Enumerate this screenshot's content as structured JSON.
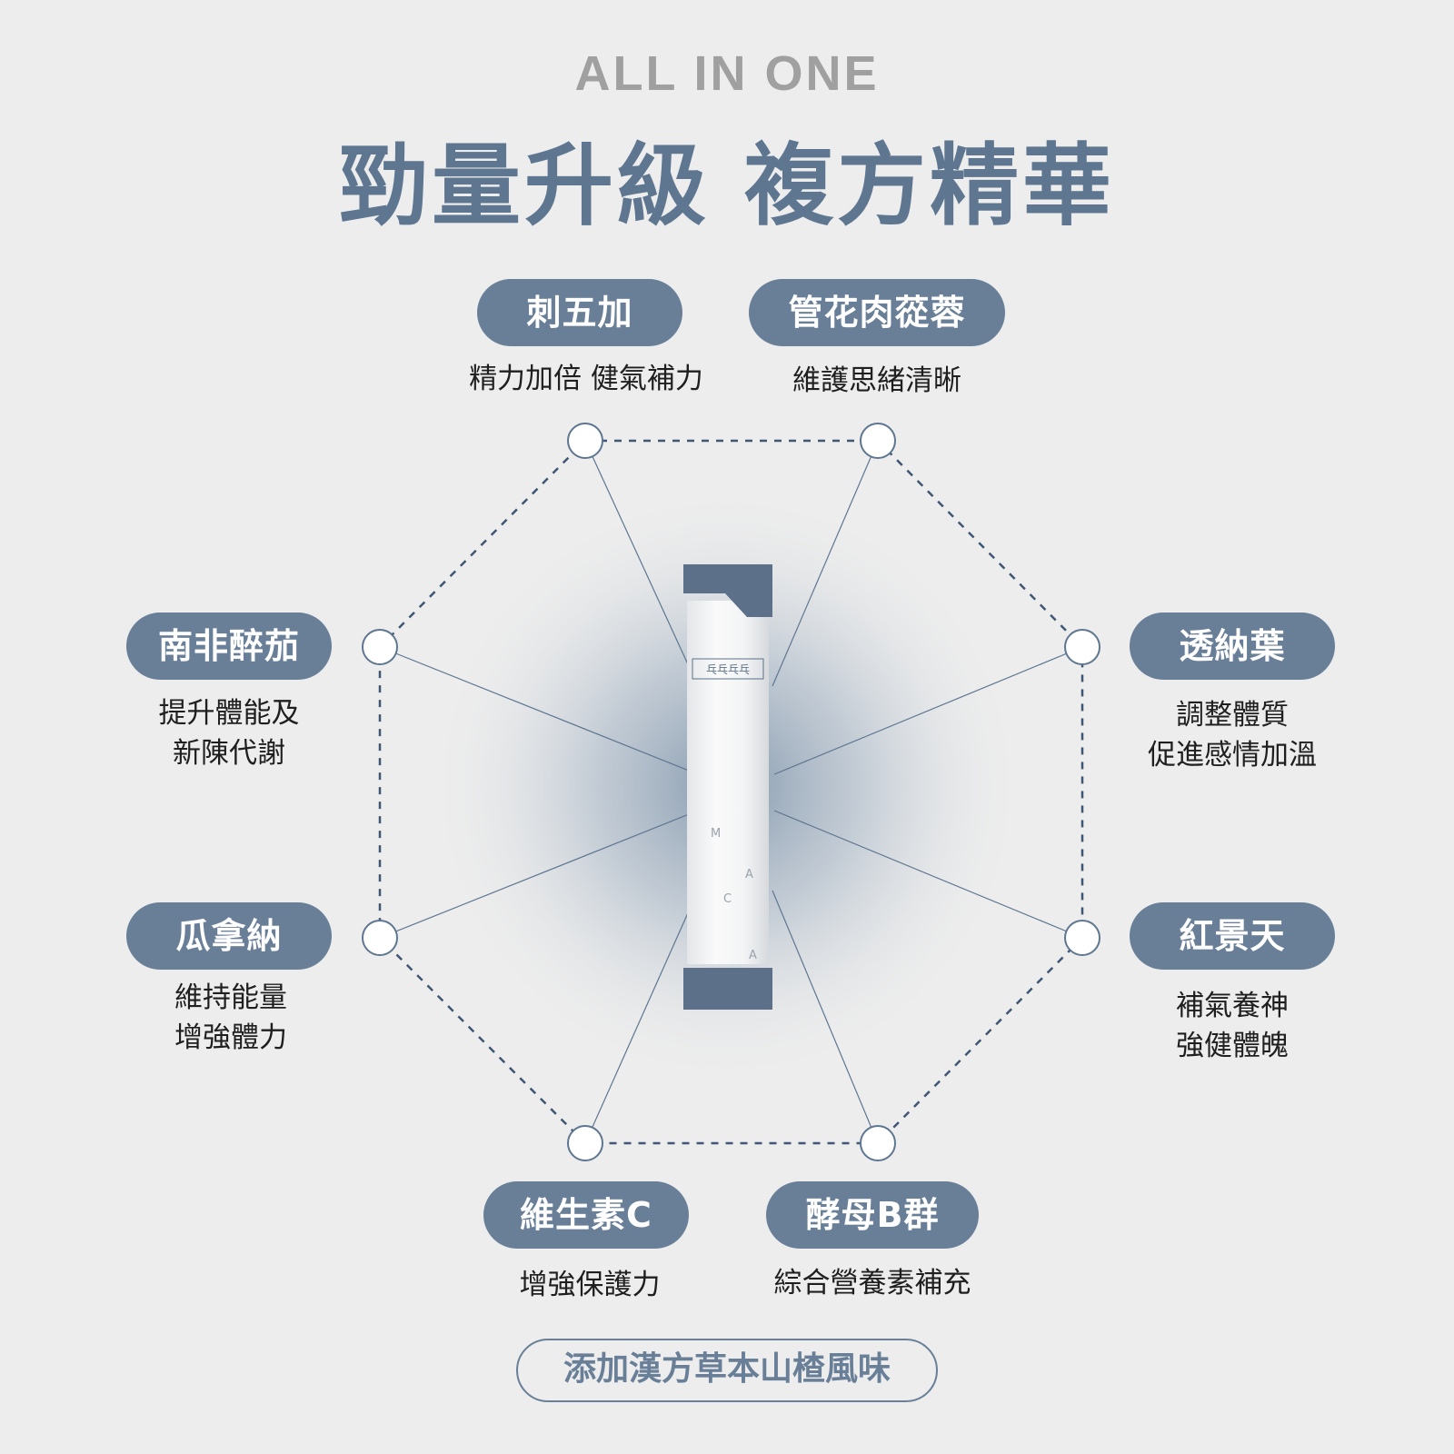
{
  "header": {
    "subtitle": "ALL IN ONE",
    "title": "勁量升級 複方精華"
  },
  "ingredients": [
    {
      "name": "刺五加",
      "desc": "精力加倍 健氣補力"
    },
    {
      "name": "管花肉蓯蓉",
      "desc": "維護思緒清晰"
    },
    {
      "name": "南非醉茄",
      "desc": "提升體能及\n新陳代謝"
    },
    {
      "name": "透納葉",
      "desc": "調整體質\n促進感情加溫"
    },
    {
      "name": "瓜拿納",
      "desc": "維持能量\n增強體力"
    },
    {
      "name": "紅景天",
      "desc": "補氣養神\n強健體魄"
    },
    {
      "name": "維生素C",
      "desc": "增強保護力"
    },
    {
      "name": "酵母B群",
      "desc": "綜合營養素補充"
    }
  ],
  "product": {
    "logo_text": "乓乓乓乓",
    "letters": [
      "M",
      "A",
      "C",
      "A"
    ]
  },
  "footer": {
    "note": "添加漢方草本山楂風味"
  },
  "colors": {
    "accent": "#697f98",
    "title": "#5e7690",
    "background": "#ededed"
  }
}
